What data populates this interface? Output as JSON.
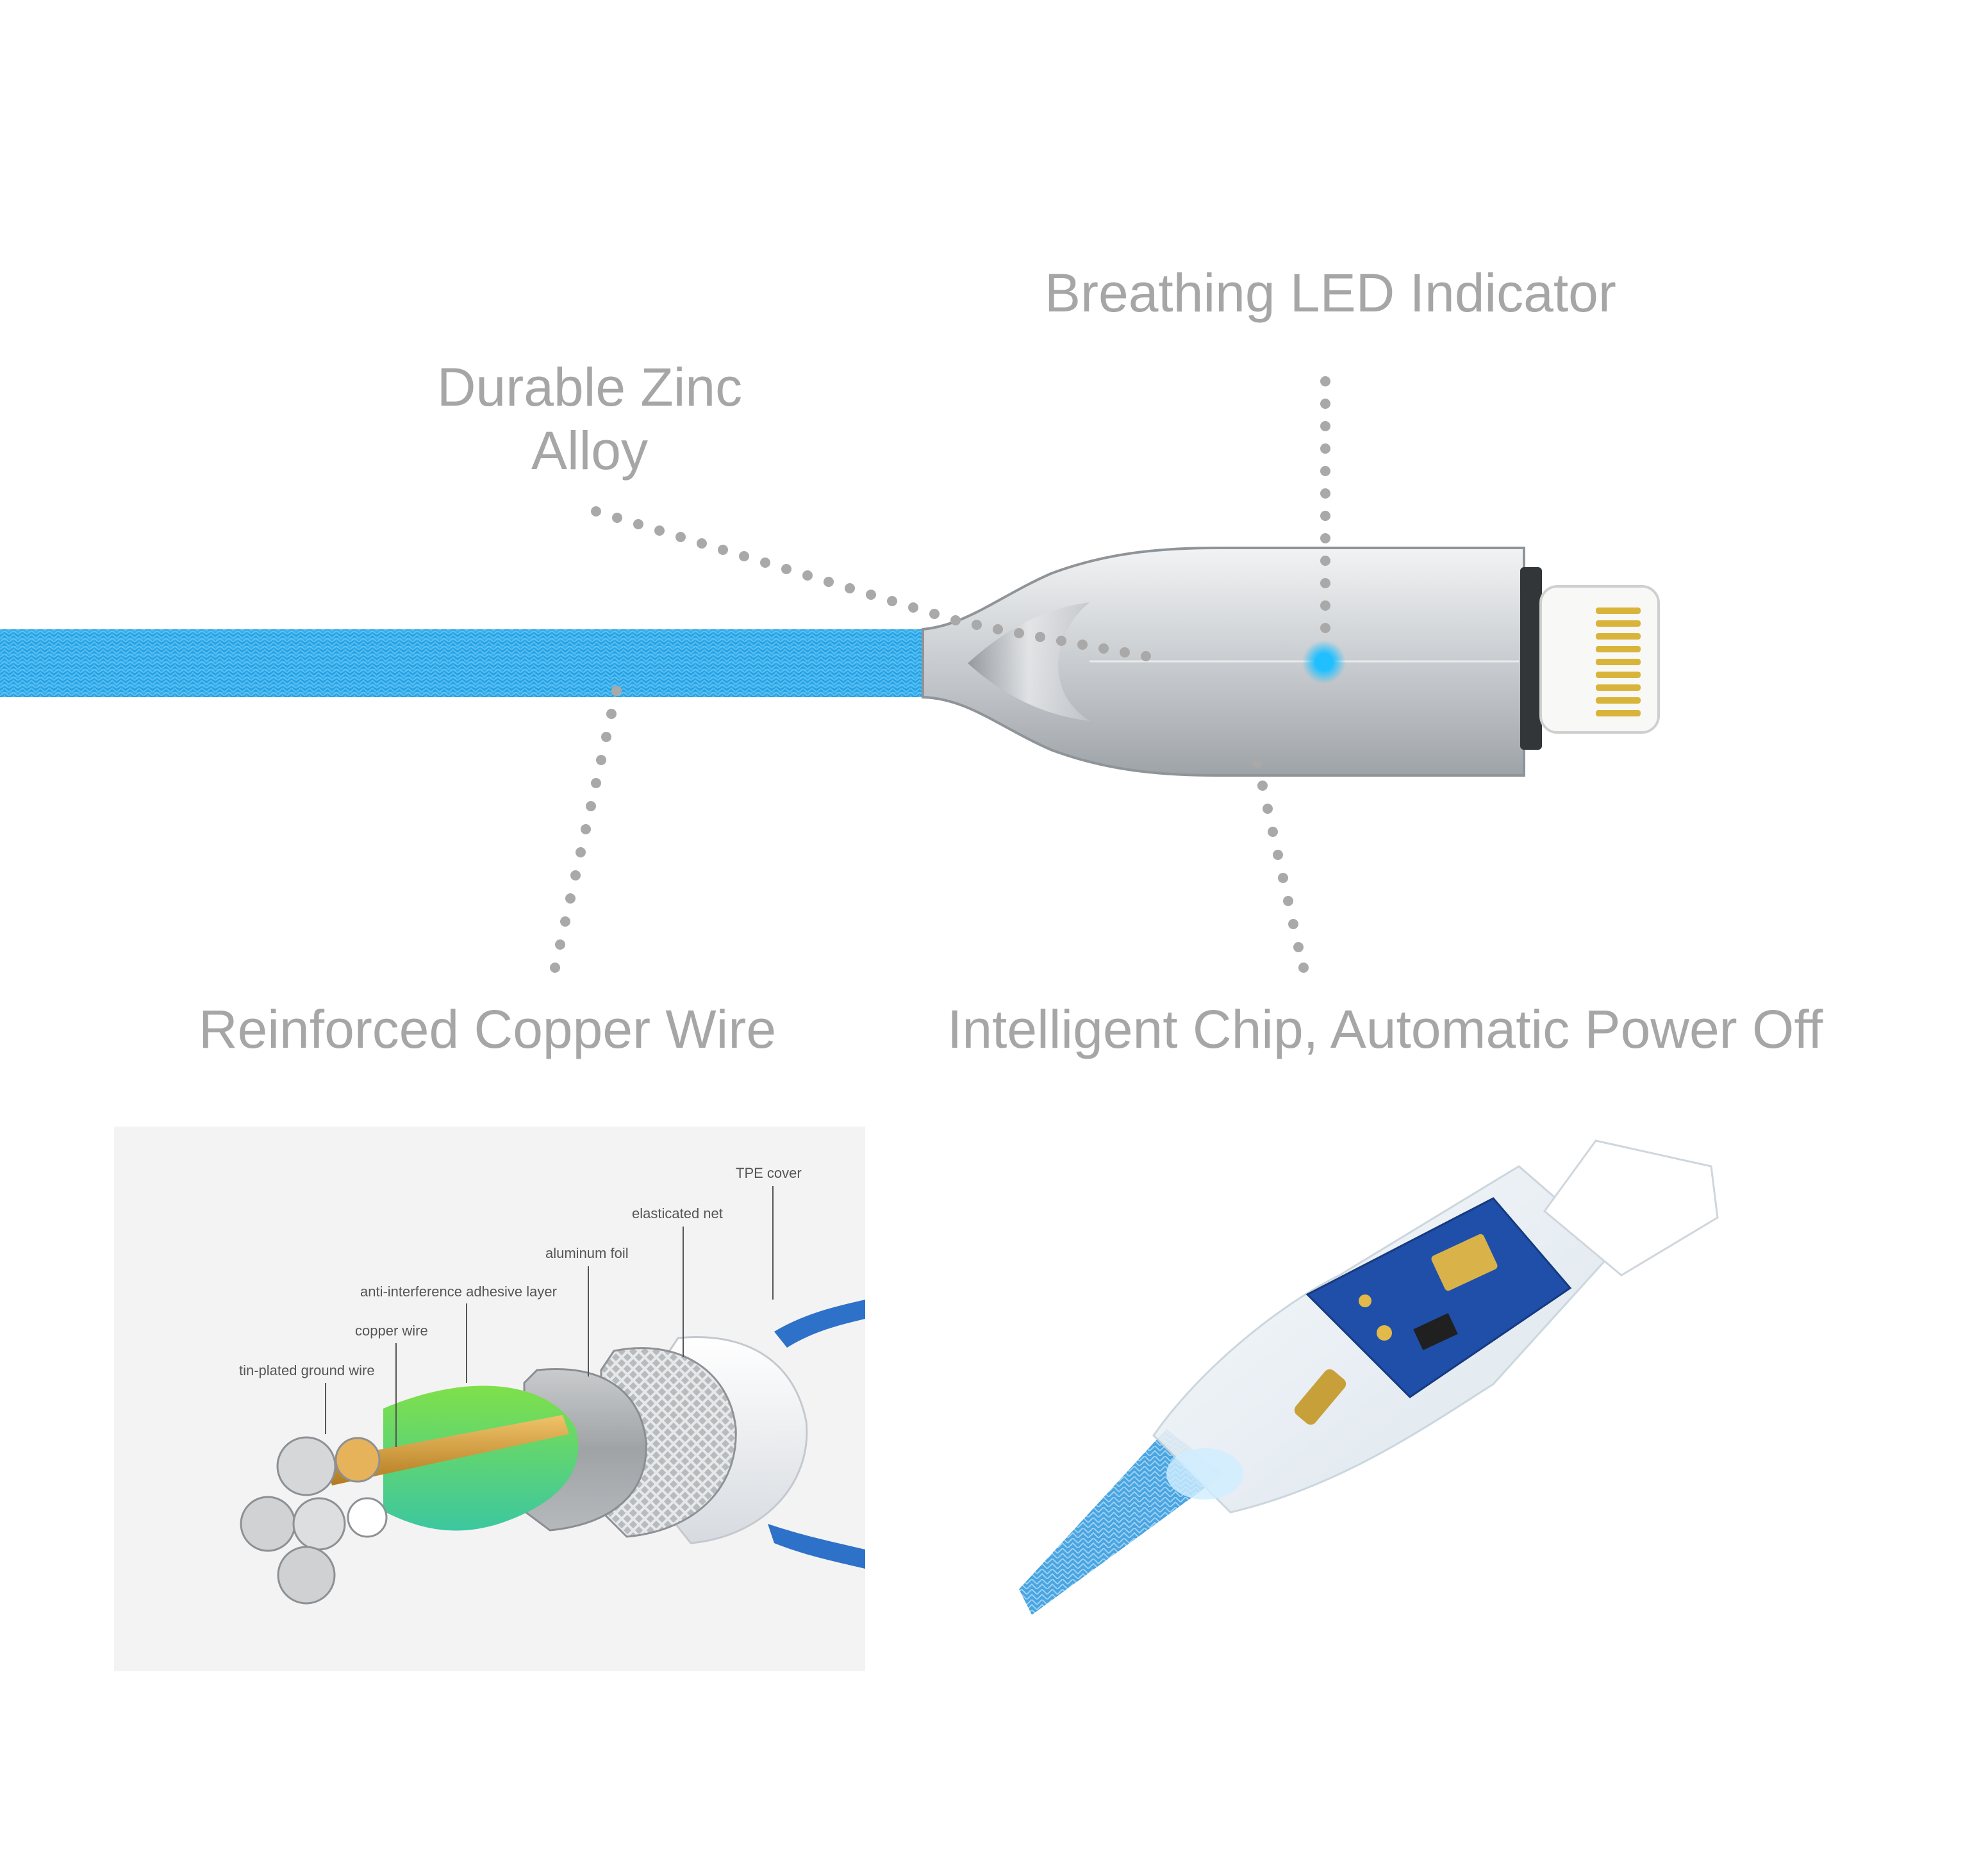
{
  "callouts": {
    "led": "Breathing LED Indicator",
    "zinc_line1": "Durable Zinc",
    "zinc_line2": "Alloy",
    "copper": "Reinforced Copper Wire",
    "chip": "Intelligent Chip, Automatic Power Off"
  },
  "cross_section": {
    "labels": {
      "tpe": "TPE cover",
      "net": "elasticated net",
      "foil": "aluminum foil",
      "adhesive": "anti-interference adhesive layer",
      "copper": "copper wire",
      "ground": "tin-plated ground wire"
    }
  },
  "colors": {
    "cable_blue": "#2aa6e8",
    "callout_gray": "#a6a6a6",
    "led_blue": "#1fb8ff",
    "metal": "#c9ccd0"
  }
}
